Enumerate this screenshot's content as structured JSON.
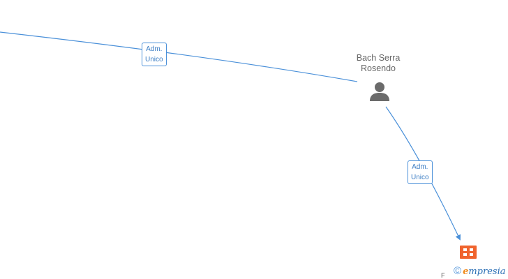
{
  "nodes": {
    "person": {
      "name_line1": "Bach Serra",
      "name_line2": "Rosendo",
      "icon": "person-icon"
    },
    "company": {
      "icon": "building-icon",
      "label_fragment": "F"
    }
  },
  "edges": [
    {
      "role_line1": "Adm.",
      "role_line2": "Unico"
    },
    {
      "role_line1": "Adm.",
      "role_line2": "Unico"
    }
  ],
  "watermark": {
    "copyright": "©",
    "brand_initial": "e",
    "brand_rest": "mpresia"
  },
  "colors": {
    "edge": "#4a90d9",
    "person_icon": "#6b6b6b",
    "company_icon": "#f0642e"
  }
}
